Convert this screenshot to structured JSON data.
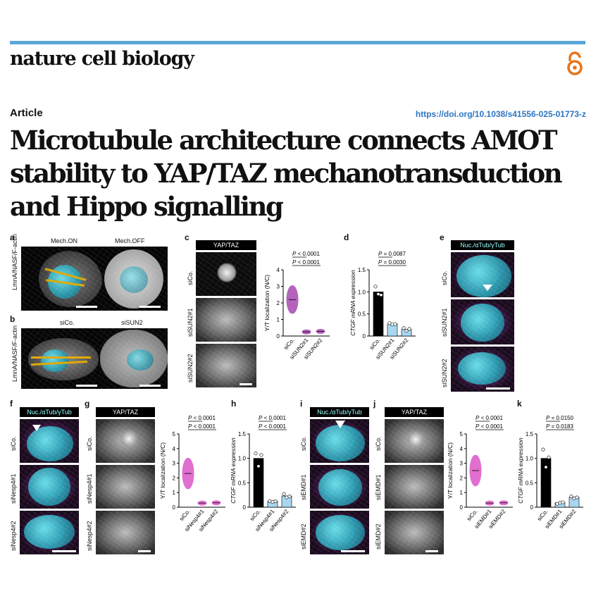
{
  "header": {
    "journal": "nature cell biology",
    "article_label": "Article",
    "doi": "https://doi.org/10.1038/s41556-025-01773-z",
    "title": "Microtubule architecture connects AMOT stability to YAP/TAZ mechanotransduction and Hippo signalling",
    "colors": {
      "bar": "#5aa6d6",
      "oa_icon": "#e8741a",
      "doi": "#2c76c2"
    }
  },
  "panel_a": {
    "label": "a",
    "stain": "LmnA/NASF/F-actin",
    "cols": [
      "Mech.ON",
      "Mech.OFF"
    ]
  },
  "panel_b": {
    "label": "b",
    "stain": "LmnA/NASF/F-actin",
    "cols": [
      "siCo.",
      "siSUN2"
    ]
  },
  "panel_c": {
    "label": "c",
    "header": "YAP/TAZ",
    "rows": [
      "siCo.",
      "siSUN2#1",
      "siSUN2#2"
    ]
  },
  "panel_d": {
    "label": "d"
  },
  "panel_e": {
    "label": "e",
    "header": "Nuc./αTub/γTub",
    "rows": [
      "siCo.",
      "siSUN2#1",
      "siSUN2#2"
    ]
  },
  "panel_f": {
    "label": "f",
    "header": "Nuc./αTub/γTub",
    "rows": [
      "siCo.",
      "siNesp4#1",
      "siNesp4#2"
    ]
  },
  "panel_g": {
    "label": "g",
    "header": "YAP/TAZ",
    "rows": [
      "siCo.",
      "siNesp4#1",
      "siNesp4#2"
    ]
  },
  "panel_h": {
    "label": "h"
  },
  "panel_i": {
    "label": "i",
    "header": "Nuc./αTub/γTub",
    "rows": [
      "siCo.",
      "siEMD#1",
      "siEMD#2"
    ]
  },
  "panel_j": {
    "label": "j",
    "header": "YAP/TAZ",
    "rows": [
      "siCo.",
      "siEMD#1",
      "siEMD#2"
    ]
  },
  "panel_k": {
    "label": "k"
  },
  "chart_data": [
    {
      "id": "c",
      "type": "violin",
      "categories": [
        "siCo.",
        "siSUN2#1",
        "siSUN2#2"
      ],
      "values": [
        2.2,
        0.25,
        0.28
      ],
      "ylabel": "Y/T localization (N/C)",
      "ylim": [
        0,
        4
      ],
      "yticks": [
        0,
        1,
        2,
        3,
        4
      ],
      "annotations": [
        "P < 0.0001",
        "P < 0.0001"
      ],
      "color": "#9b2fa6"
    },
    {
      "id": "d",
      "type": "bar",
      "categories": [
        "siCo.",
        "siSUN2#1",
        "siSUN2#2"
      ],
      "values": [
        1.0,
        0.27,
        0.15
      ],
      "points": [
        [
          1.12,
          0.95,
          0.93
        ],
        [
          0.29,
          0.26,
          0.27
        ],
        [
          0.18,
          0.12,
          0.16
        ]
      ],
      "ylabel": "CTGF mRNA expression",
      "ylim": [
        0,
        1.5
      ],
      "yticks": [
        0,
        0.5,
        1.0,
        1.5
      ],
      "annotations": [
        "P = 0.0087",
        "P = 0.0030"
      ],
      "colors": [
        "#000000",
        "#a9d6f2",
        "#a9d6f2"
      ]
    },
    {
      "id": "g",
      "type": "violin",
      "categories": [
        "siCo.",
        "siNesp4#1",
        "siNesp4#2"
      ],
      "values": [
        2.3,
        0.28,
        0.3
      ],
      "ylabel": "Y/T localization (N/C)",
      "ylim": [
        0,
        5
      ],
      "yticks": [
        0,
        1,
        2,
        3,
        4,
        5
      ],
      "annotations": [
        "P < 0.0001",
        "P < 0.0001"
      ],
      "color": "#d63fc0"
    },
    {
      "id": "h",
      "type": "bar",
      "categories": [
        "siCo.",
        "siNesp4#1",
        "siNesp4#2"
      ],
      "values": [
        1.0,
        0.12,
        0.23
      ],
      "points": [
        [
          1.1,
          0.84,
          1.07
        ],
        [
          0.12,
          0.11,
          0.12
        ],
        [
          0.27,
          0.2,
          0.22
        ]
      ],
      "ylabel": "CTGF mRNA expression",
      "ylim": [
        0,
        1.5
      ],
      "yticks": [
        0,
        0.5,
        1.0,
        1.5
      ],
      "annotations": [
        "P < 0.0001",
        "P < 0.0001"
      ],
      "colors": [
        "#000000",
        "#a9d6f2",
        "#a9d6f2"
      ]
    },
    {
      "id": "j",
      "type": "violin",
      "categories": [
        "siCo.",
        "siEMD#1",
        "siEMD#2"
      ],
      "values": [
        2.5,
        0.28,
        0.3
      ],
      "ylabel": "Y/T localization (N/C)",
      "ylim": [
        0,
        5
      ],
      "yticks": [
        0,
        1,
        2,
        3,
        4,
        5
      ],
      "annotations": [
        "P < 0.0001",
        "P < 0.0001"
      ],
      "color": "#d63fc0"
    },
    {
      "id": "k",
      "type": "bar",
      "categories": [
        "siCo.",
        "siEMD#1",
        "siEMD#2"
      ],
      "values": [
        1.0,
        0.09,
        0.2
      ],
      "points": [
        [
          1.18,
          0.82,
          1.02
        ],
        [
          0.07,
          0.09,
          0.1
        ],
        [
          0.22,
          0.18,
          0.2
        ]
      ],
      "ylabel": "CTGF mRNA expression",
      "ylim": [
        0,
        1.5
      ],
      "yticks": [
        0,
        0.5,
        1.0,
        1.5
      ],
      "annotations": [
        "P = 0.0150",
        "P = 0.0183"
      ],
      "colors": [
        "#000000",
        "#a9d6f2",
        "#a9d6f2"
      ]
    }
  ]
}
